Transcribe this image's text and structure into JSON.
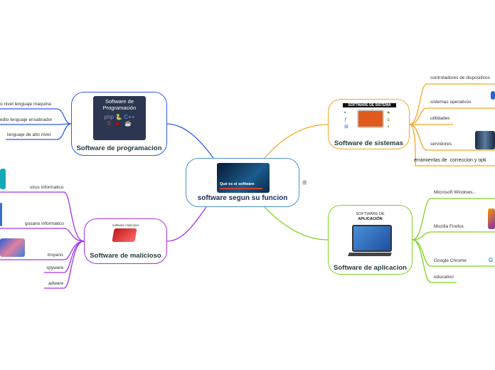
{
  "center": {
    "title": "software segun su funcion",
    "image_caption": "Qué es el software",
    "color": "#4a90d9"
  },
  "branches": [
    {
      "id": "programacion",
      "title": "Software de programacion",
      "image_text": [
        "Software de",
        "Programación"
      ],
      "color": "#2f5bea",
      "leaves": [
        "o nivel lenguaje maquina",
        "edio lenguaje ensabrador",
        "lenguaje de alto nivel"
      ]
    },
    {
      "id": "malicioso",
      "title": "Software de malicioso",
      "image_text": [
        "software malicioso"
      ],
      "color": "#a334e8",
      "leaves": [
        "virus informatico",
        "gusano informatico",
        "troyano",
        "spyware",
        "adware"
      ]
    },
    {
      "id": "sistemas",
      "title": "Software de sistemas",
      "image_text": [
        "SOFTWARE DE SISTEMA"
      ],
      "color": "#f5a623",
      "leaves": [
        "controladores de dispositivos",
        "sistemas operativos",
        "utilidades",
        "servidores",
        "erramientas de  correccion y opti"
      ]
    },
    {
      "id": "aplicacion",
      "title": "Software de aplicacion",
      "image_text": [
        "SOFTWARE DE",
        "APLICACIÓN"
      ],
      "color": "#7ed321",
      "leaves": [
        "Microsoft Windows...",
        "Mozilla Firefox.",
        "Google Chrome",
        "educativo"
      ]
    }
  ],
  "menu_icon": "hamburger-icon"
}
